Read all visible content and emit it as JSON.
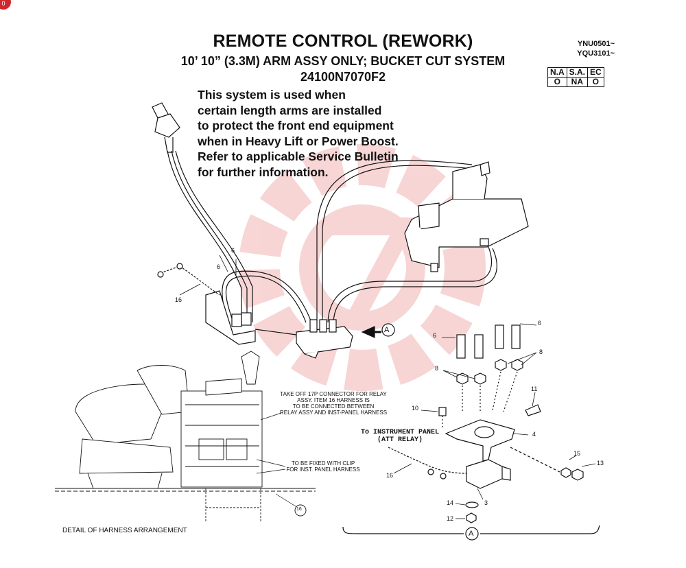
{
  "header": {
    "title": "REMOTE CONTROL (REWORK)",
    "subtitle": "10’ 10” (3.3M) ARM ASSY ONLY; BUCKET CUT SYSTEM",
    "part_number": "24100N7070F2",
    "serials": [
      "YNU0501~",
      "YQU3101~"
    ]
  },
  "applicability": {
    "headers": [
      "N.A",
      "S.A.",
      "EC"
    ],
    "values": [
      "O",
      "NA",
      "O"
    ]
  },
  "note_lines": [
    "This system is used when",
    "certain length arms are installed",
    "to protect the front end equipment",
    "when in Heavy Lift or Power Boost.",
    "Refer to applicable Service Bulletin",
    "for further information."
  ],
  "callouts": {
    "n6": "6",
    "n8": "8",
    "n10": "10",
    "n11": "11",
    "n4": "4",
    "n15": "15",
    "n13": "13",
    "n16": "16",
    "n14": "14",
    "n3": "3",
    "n12": "12",
    "view_a": "A"
  },
  "annotations": {
    "take_off": [
      "TAKE OFF 17P CONNECTOR FOR RELAY",
      "ASSY. ITEM 16 HARNESS IS",
      "TO BE CONNECTED BETWEEN",
      "RELAY ASSY AND INST-PANEL HARNESS"
    ],
    "clip": [
      "TO BE FIXED WITH CLIP",
      "FOR INST. PANEL HARNESS"
    ],
    "to_panel": [
      "To INSTRUMENT PANEL",
      "(ATT RELAY)"
    ],
    "detail_caption": "DETAIL OF HARNESS ARRANGEMENT"
  },
  "colors": {
    "watermark": "#f3c6c6",
    "badge": "#d0282e",
    "ink": "#111111"
  }
}
